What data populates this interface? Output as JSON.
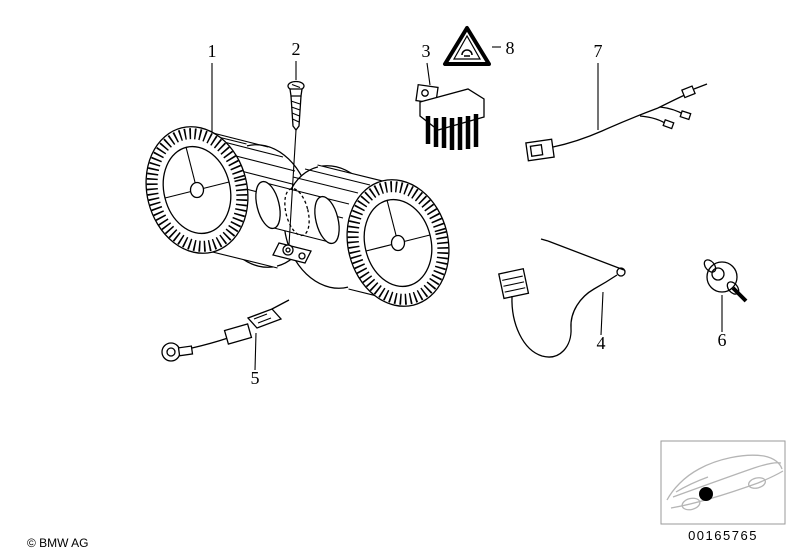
{
  "callouts": {
    "c1": "1",
    "c2": "2",
    "c3": "3",
    "c4": "4",
    "c5": "5",
    "c6": "6",
    "c7": "7",
    "c8": "8"
  },
  "footer": {
    "copyright": "© BMW AG",
    "image_number": "00165765"
  },
  "colors": {
    "line": "#000000",
    "car-sketch": "#b5b5b5",
    "background": "#ffffff"
  }
}
